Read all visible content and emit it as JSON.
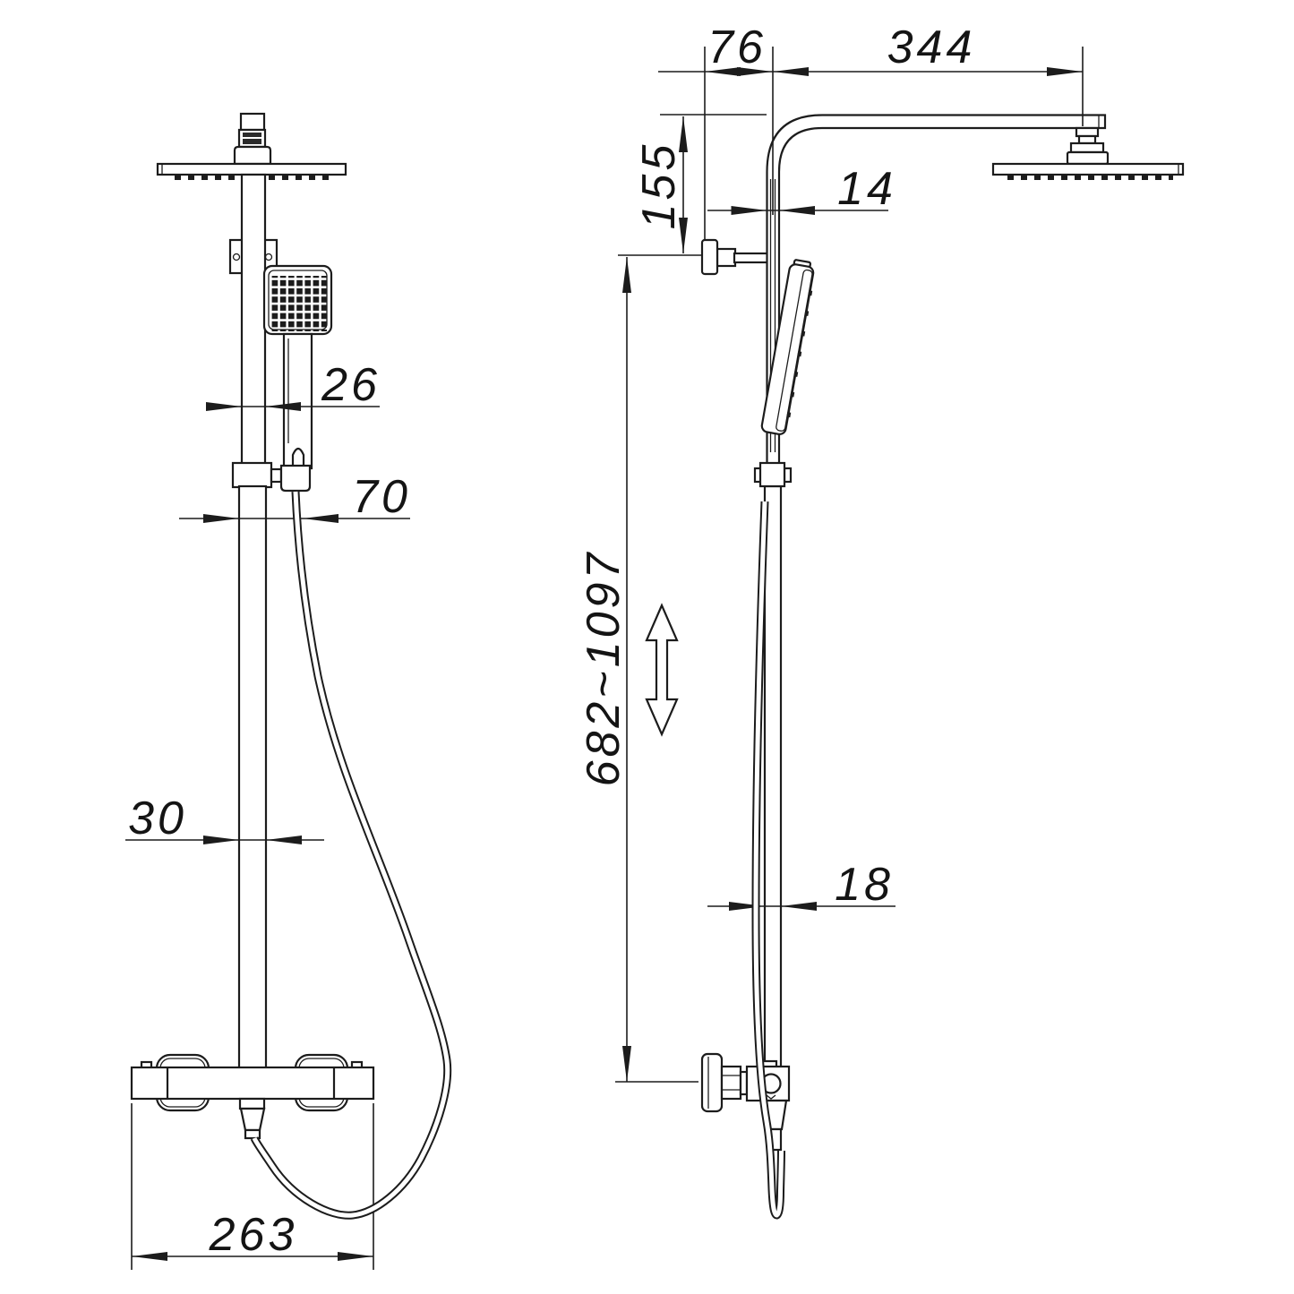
{
  "drawing": {
    "type": "technical-dimension-drawing",
    "subject": "thermostatic shower column with overhead rain shower and hand shower, front and side views",
    "unit": "mm",
    "background": "#ffffff",
    "line_color": "#1c1c1c",
    "front_view": {
      "dim_upper_tube_width": "26",
      "dim_hose_offset": "70",
      "dim_lower_tube_width": "30",
      "dim_mixer_width": "263"
    },
    "side_view": {
      "dim_wall_to_riser": "76",
      "dim_arm_length": "344",
      "dim_head_drop": "155",
      "dim_arm_tube_depth": "14",
      "dim_riser_depth": "18",
      "dim_adjustable_height": "682~1097"
    }
  }
}
